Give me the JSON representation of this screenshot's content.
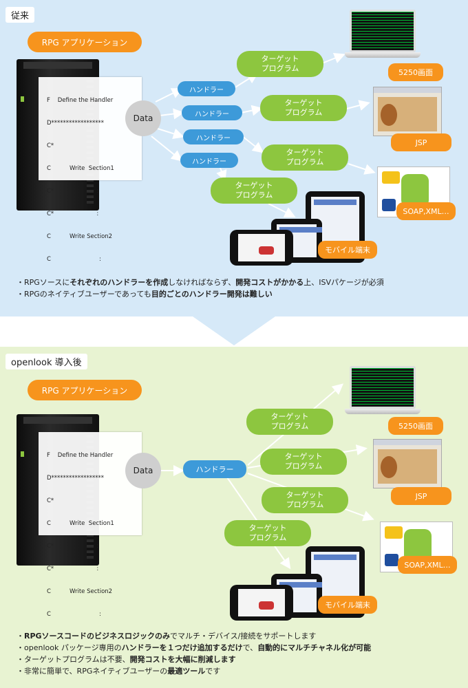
{
  "top": {
    "tag": "従来",
    "app_title": "RPG アプリケーション",
    "code_lines": [
      "F    Define the Handler",
      "D******************",
      "C*",
      "C          Write  Section1",
      "C*                       :",
      "C*                       :",
      "C          Write Section2",
      "C                          :"
    ],
    "data_label": "Data",
    "handler_label": "ハンドラー",
    "target_line1": "ターゲット",
    "target_line2": "プログラム",
    "out_5250": "5250画面",
    "out_jsp": "JSP",
    "out_soap": "SOAP,XML…",
    "out_mobile": "モバイル端末",
    "bullets": [
      [
        "・RPGソースに",
        "それぞれのハンドラーを作成",
        "しなければならず、",
        "開発コストがかかる",
        "上、ISVパケージが必須"
      ],
      [
        "・RPGのネイティブユーザーであっても",
        "目的ごとのハンドラー開発は難しい",
        "",
        "",
        ""
      ]
    ]
  },
  "bottom": {
    "tag": "openlook 導入後",
    "app_title": "RPG アプリケーション",
    "code_lines": [
      "F    Define the Handler",
      "D******************",
      "C*",
      "C          Write  Section1",
      "C*                       :",
      "C*                       :",
      "C          Write Section2",
      "C                          :"
    ],
    "data_label": "Data",
    "handler_label": "ハンドラー",
    "target_line1": "ターゲット",
    "target_line2": "プログラム",
    "out_5250": "5250画面",
    "out_jsp": "JSP",
    "out_soap": "SOAP,XML…",
    "out_mobile": "モバイル端末",
    "bullets": [
      [
        "・",
        "RPGソースコードのビジネスロジックのみ",
        "でマルチ・デバイス/接続をサポートします"
      ],
      [
        "・openlook パッケージ専用の",
        "ハンドラーを１つだけ追加するだけ",
        "で、",
        "自動的にマルチチャネル化が可能"
      ],
      [
        "・ターゲットプログラムは不要、",
        "開発コストを大幅に削減します",
        ""
      ],
      [
        "・非常に簡単で、RPGネイティブユーザーの",
        "最適ツール",
        "です"
      ]
    ]
  },
  "colors": {
    "blue": "#3d9ad9",
    "green": "#8dc63f",
    "orange": "#f7941d",
    "top_bg": "#d6e9f8",
    "bottom_bg": "#e8f3d2"
  }
}
